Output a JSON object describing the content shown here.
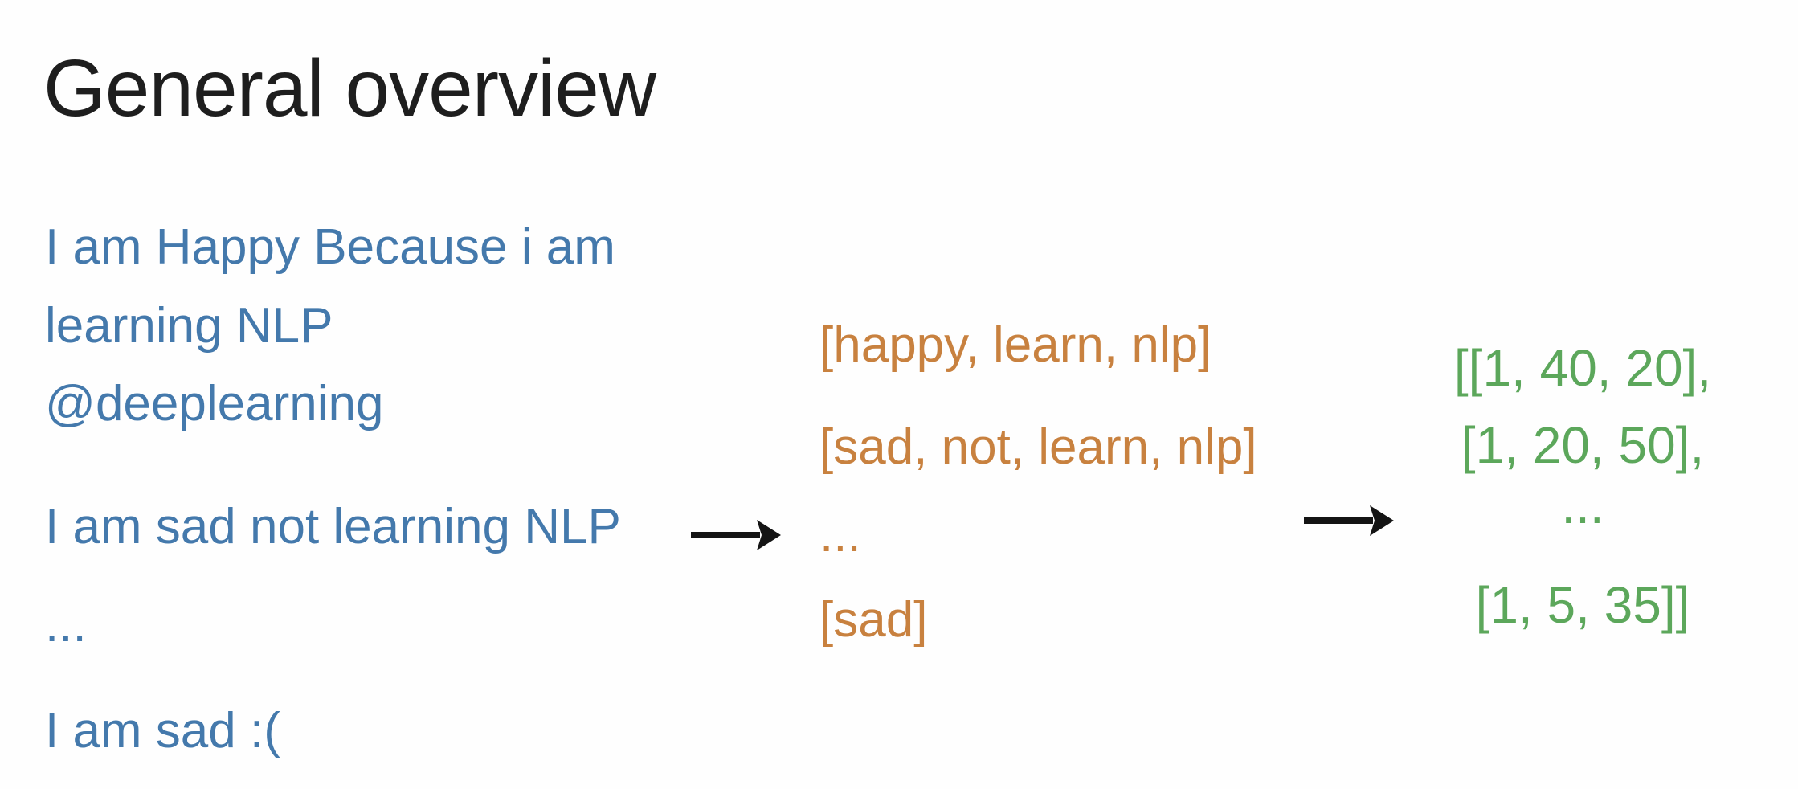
{
  "slide": {
    "title": "General overview"
  },
  "tweets": {
    "lines": [
      "I am Happy Because i am",
      "learning NLP",
      "@deeplearning",
      "I am sad not learning NLP",
      "...",
      "I am sad :("
    ]
  },
  "tokens": {
    "lines": [
      "[happy, learn, nlp]",
      "[sad, not, learn, nlp]",
      "...",
      "[sad]"
    ]
  },
  "vectors": {
    "lines": [
      "[[1, 40, 20],",
      "[1, 20, 50],",
      "...",
      "[1, 5, 35]]"
    ]
  },
  "icons": {
    "arrow1": "right-arrow",
    "arrow2": "right-arrow"
  },
  "colors": {
    "background": "#fefefe",
    "title": "#1e1e1e",
    "tweets": "#4479ac",
    "tokens": "#c8813f",
    "vectors": "#5ca75b",
    "arrow": "#141414"
  }
}
